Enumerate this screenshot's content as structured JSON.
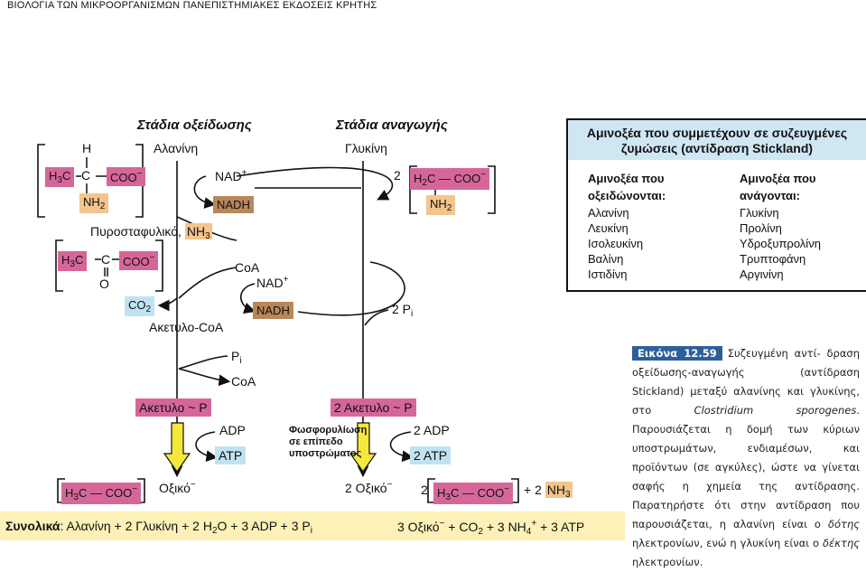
{
  "header": "ΒΙΟΛΟΓΙΑ ΤΩΝ ΜΙΚΡΟΟΡΓΑΝΙΣΜΩΝ  ΠΑΝΕΠΙΣΤΗΜΙΑΚΕΣ ΕΚΔΟΣΕΙΣ ΚΡΗΤΗΣ",
  "stages": {
    "oxidation": "Στάδια οξείδωσης",
    "reduction": "Στάδια αναγωγής"
  },
  "left": {
    "h_atom": "H",
    "alanine": "Αλανίνη",
    "h3c": "H",
    "h3c_sub": "3",
    "c": "C",
    "coo": "COO",
    "nh2": "NH",
    "nh2_sub": "2",
    "nad": "NAD",
    "nadh": "NADH",
    "pyruvate": "Πυροσταφυλικό, ",
    "nh3": "NH",
    "nh3_sub": "3",
    "pyr_h3c": "H",
    "pyr_c": "C",
    "pyr_coo": "COO",
    "o": "O",
    "coa": "CoA",
    "nad2": "NAD",
    "co2": "CO",
    "co2_sub": "2",
    "nadh2": "NADH",
    "acetylcoa": "Ακετυλο-CoA",
    "pi": "P",
    "pi_sub": "i",
    "coa2": "CoA",
    "acetylp": "Ακετυλο ~ P",
    "adp": "ADP",
    "atp": "ATP",
    "acetate_h3c": "H",
    "acetate_coo": "COO",
    "acetate": "Οξικό"
  },
  "right": {
    "glycine": "Γλυκίνη",
    "two": "2",
    "h2c": "H",
    "coo": "COO",
    "nh2": "NH",
    "two_pi": "2 P",
    "acetylp": "2 Ακετυλο ~ P",
    "phosph1": "Φωσφορυλίωση",
    "phosph2": "σε επίπεδο",
    "phosph3": "υποστρώματος",
    "adp": "2 ADP",
    "atp": "2 ATP",
    "acetate": "2 Οξικό",
    "two2": "2",
    "h3c": "H",
    "coo2": "COO",
    "plus_nh3": "+ 2 ",
    "nh3": "NH"
  },
  "table": {
    "title_line1": "Αμινοξέα που συμμετέχουν σε συζευγμένες",
    "title_line2": "ζυμώσεις (αντίδραση Stickland)",
    "oxidized_header1": "Αμινοξέα που",
    "oxidized_header2": "οξειδώνονται:",
    "oxidized": [
      "Αλανίνη",
      "Λευκίνη",
      "Ισολευκίνη",
      "Βαλίνη",
      "Ιστιδίνη"
    ],
    "reduced_header1": "Αμινοξέα που",
    "reduced_header2": "ανάγονται:",
    "reduced": [
      "Γλυκίνη",
      "Προλίνη",
      "Υδροξυπρολίνη",
      "Τρυπτοφάνη",
      "Αργινίνη"
    ]
  },
  "caption": {
    "figure": "Εικόνα 12.59",
    "first": "Συζευγμένη αντί-",
    "text1": "δραση οξείδωσης-αναγωγής (αντίδραση Stickland) μεταξύ αλανίνης και γλυκίνης, στο ",
    "organism": "Clostridium sporogenes",
    "text2": ". Παρουσιάζεται η δομή των κύριων υποστρωμάτων, ενδιαμέσων, και προϊόντων (σε αγκύλες), ώστε να γίνεται σαφής η χημεία της αντίδρασης. Παρατηρήστε ότι στην αντίδραση που παρουσιάζεται, η αλανίνη είναι ο ",
    "donor": "δότης",
    "text3": " ηλεκτρονίων, ενώ η γλυκίνη είναι ο ",
    "acceptor": "δέκτης",
    "text4": " ηλεκτρονίων."
  },
  "summary": {
    "label": "Συνολικά",
    "text": ": Αλανίνη + 2 Γλυκίνη + 2 H",
    "part2": "O + 3 ADP + 3 P",
    "part3": "3 Οξικό",
    "part4": " + CO",
    "part5": " + 3 NH",
    "part6": " + 3 ATP"
  }
}
